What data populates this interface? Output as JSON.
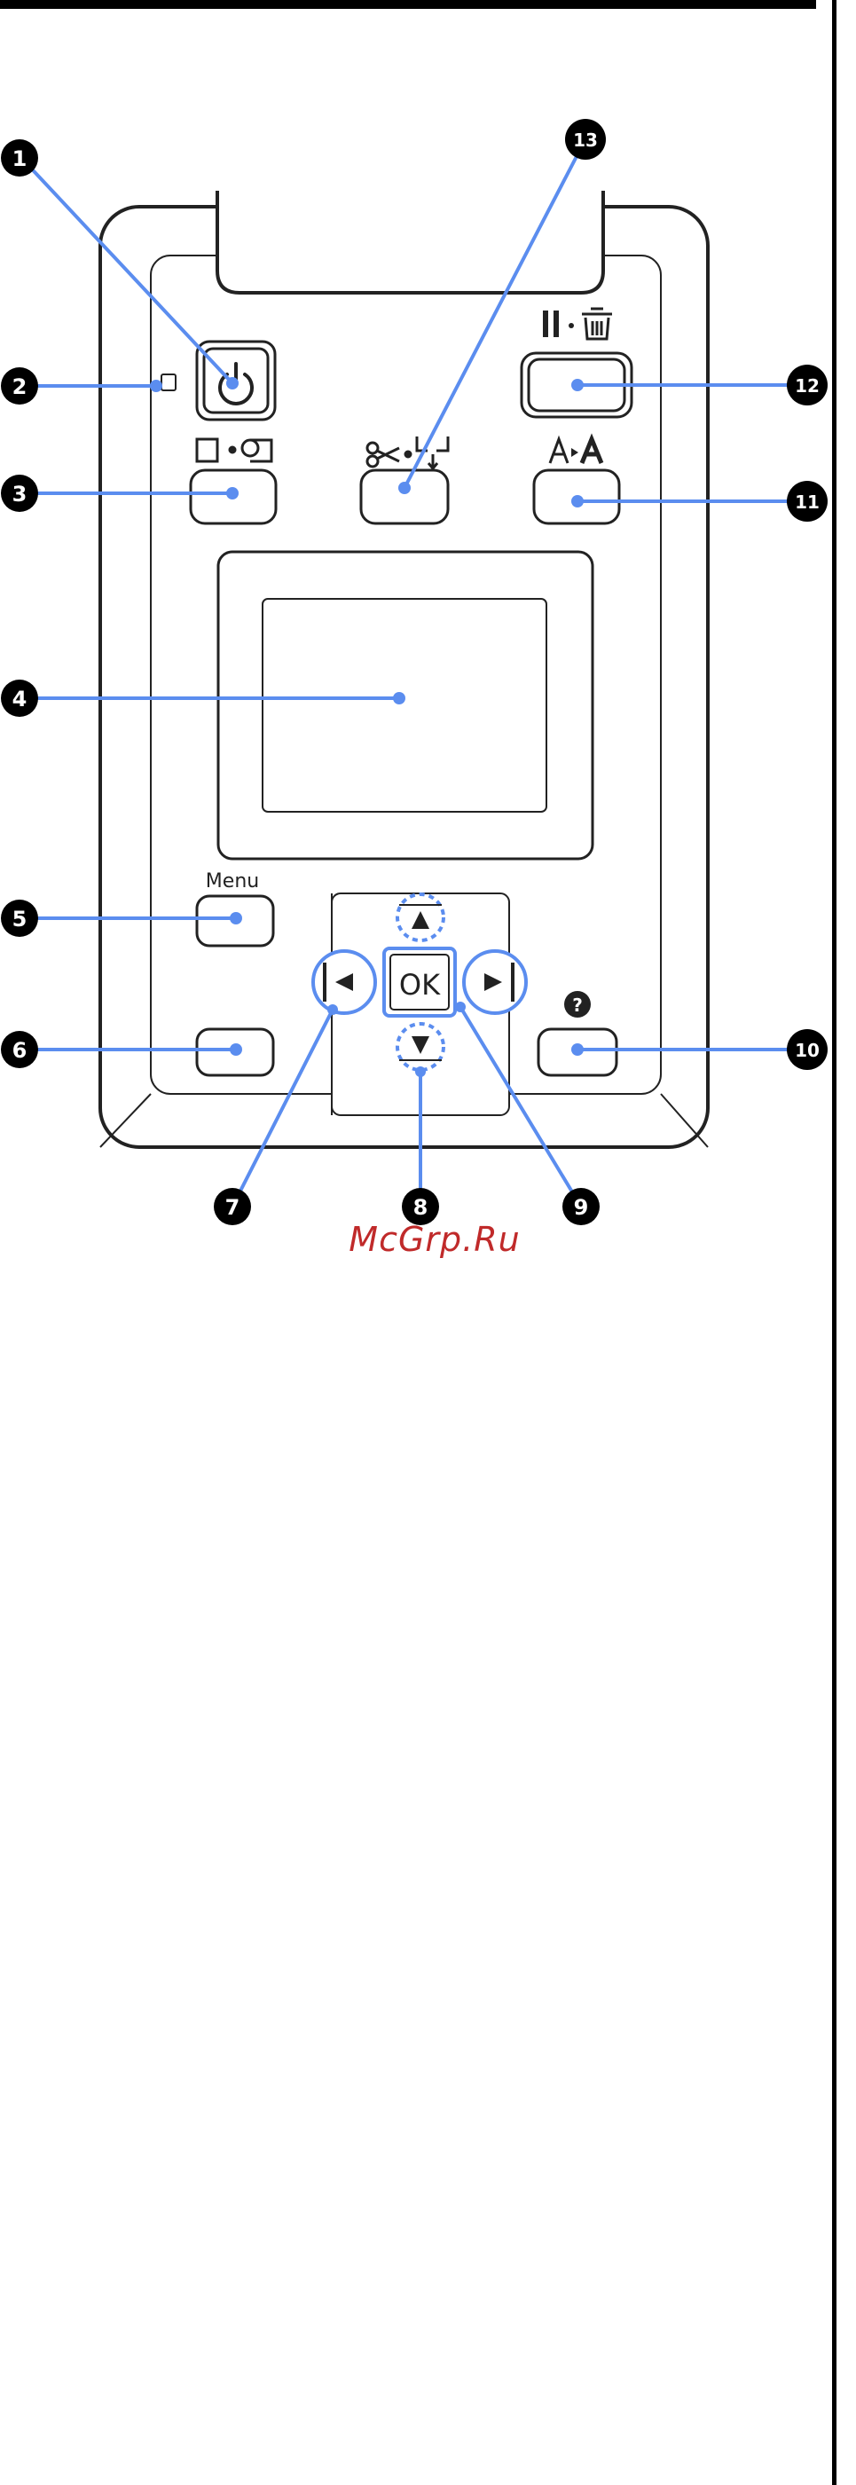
{
  "panel": {
    "menu_label": "Menu",
    "ok_label": "OK"
  },
  "callouts": [
    "1",
    "2",
    "3",
    "4",
    "5",
    "6",
    "7",
    "8",
    "9",
    "10",
    "11",
    "12",
    "13"
  ],
  "watermark": "McGrp.Ru",
  "colors": {
    "callout_line": "#5b8def",
    "callout_badge": "#000000",
    "watermark": "#c02a2a",
    "outline": "#222222"
  }
}
